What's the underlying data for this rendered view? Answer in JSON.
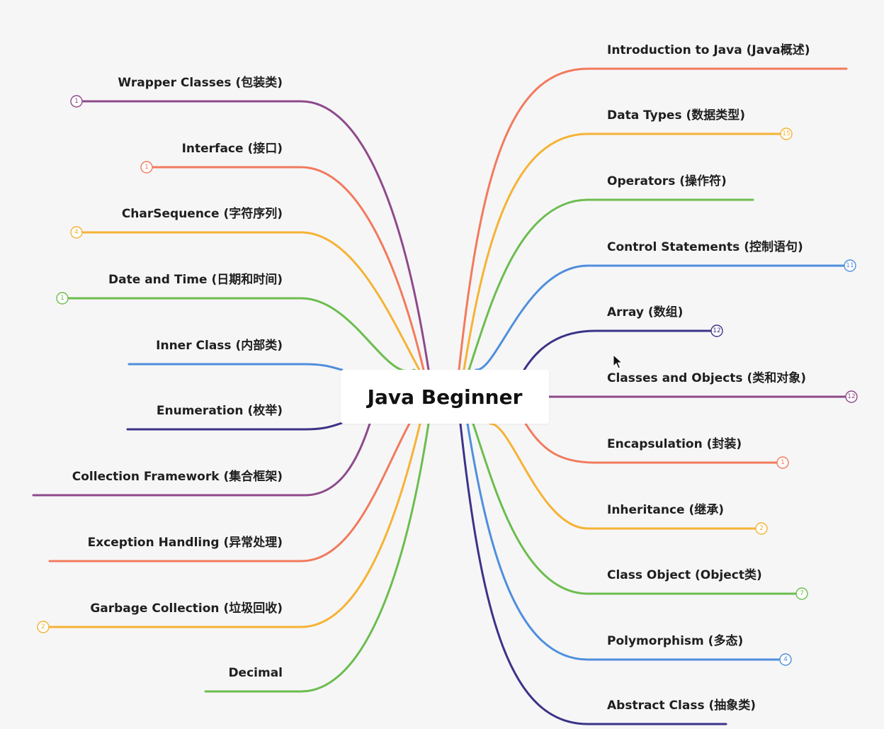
{
  "root": {
    "label": "Java Beginner"
  },
  "colors": {
    "purple": "#8e4a8a",
    "red": "#f27a5c",
    "orange": "#f5b335",
    "green": "#6cbd4e",
    "blue": "#4f8fdc",
    "navy": "#3b3387"
  },
  "left_branches": [
    {
      "label": "Wrapper Classes (包装类)",
      "color": "purple",
      "badge": "1"
    },
    {
      "label": "Interface (接口)",
      "color": "red",
      "badge": "1"
    },
    {
      "label": "CharSequence (字符序列)",
      "color": "orange",
      "badge": "4"
    },
    {
      "label": "Date and Time (日期和时间)",
      "color": "green",
      "badge": "1"
    },
    {
      "label": "Inner Class (内部类)",
      "color": "blue",
      "badge": ""
    },
    {
      "label": "Enumeration (枚举)",
      "color": "navy",
      "badge": ""
    },
    {
      "label": "Collection Framework (集合框架)",
      "color": "purple",
      "badge": ""
    },
    {
      "label": "Exception Handling (异常处理)",
      "color": "red",
      "badge": ""
    },
    {
      "label": "Garbage Collection (垃圾回收)",
      "color": "orange",
      "badge": "2"
    },
    {
      "label": "Decimal",
      "color": "green",
      "badge": ""
    }
  ],
  "right_branches": [
    {
      "label": "Introduction to Java (Java概述)",
      "color": "red",
      "badge": ""
    },
    {
      "label": "Data Types (数据类型)",
      "color": "orange",
      "badge": "15"
    },
    {
      "label": "Operators (操作符)",
      "color": "green",
      "badge": ""
    },
    {
      "label": "Control Statements (控制语句)",
      "color": "blue",
      "badge": "11"
    },
    {
      "label": "Array (数组)",
      "color": "navy",
      "badge": "12"
    },
    {
      "label": "Classes and Objects (类和对象)",
      "color": "purple",
      "badge": "12"
    },
    {
      "label": "Encapsulation (封装)",
      "color": "red",
      "badge": "1"
    },
    {
      "label": "Inheritance (继承)",
      "color": "orange",
      "badge": "2"
    },
    {
      "label": "Class Object (Object类)",
      "color": "green",
      "badge": "7"
    },
    {
      "label": "Polymorphism (多态)",
      "color": "blue",
      "badge": "4"
    },
    {
      "label": "Abstract Class (抽象类)",
      "color": "navy",
      "badge": ""
    }
  ]
}
